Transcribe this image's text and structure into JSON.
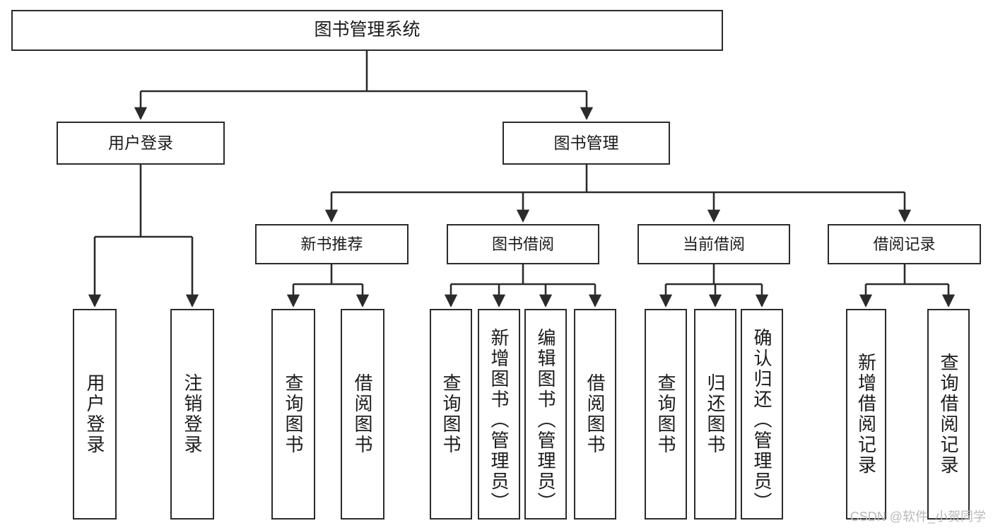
{
  "diagram": {
    "title": "图书管理系统",
    "watermark": "CSDN @软件_小贺同学",
    "colors": {
      "box_border": "#2b2b2b",
      "box_fill": "#ffffff",
      "connector": "#2b2b2b",
      "text": "#1b1b1b",
      "watermark": "#b9b9b9",
      "background": "#ffffff"
    },
    "root": {
      "label": "图书管理系统"
    },
    "level1": [
      {
        "label": "用户登录"
      },
      {
        "label": "图书管理"
      }
    ],
    "level2": [
      {
        "label": "新书推荐"
      },
      {
        "label": "图书借阅"
      },
      {
        "label": "当前借阅"
      },
      {
        "label": "借阅记录"
      }
    ],
    "leaves": {
      "user_login": [
        {
          "label": "用户登录"
        },
        {
          "label": "注销登录"
        }
      ],
      "new_book_rec": [
        {
          "label": "查询图书"
        },
        {
          "label": "借阅图书"
        }
      ],
      "book_borrow": [
        {
          "label": "查询图书"
        },
        {
          "label": "新增图书（管理员）"
        },
        {
          "label": "编辑图书（管理员）"
        },
        {
          "label": "借阅图书"
        }
      ],
      "current_borrow": [
        {
          "label": "查询图书"
        },
        {
          "label": "归还图书"
        },
        {
          "label": "确认归还（管理员）"
        }
      ],
      "borrow_record": [
        {
          "label": "新增借阅记录"
        },
        {
          "label": "查询借阅记录"
        }
      ]
    }
  }
}
